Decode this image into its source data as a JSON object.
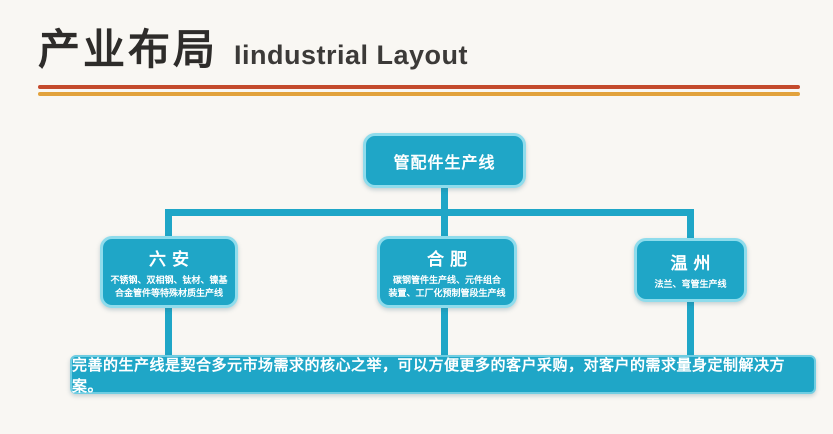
{
  "header": {
    "title_cn": "产业布局",
    "title_en": "Iindustrial Layout"
  },
  "diagram": {
    "root": {
      "label": "管配件生产线"
    },
    "branches": [
      {
        "city": "六安",
        "desc": "不锈钢、双相钢、钛材、镍基\n合金管件等特殊材质生产线"
      },
      {
        "city": "合肥",
        "desc": "碳钢管件生产线、元件组合\n装置、工厂化预制管段生产线"
      },
      {
        "city": "温州",
        "desc": "法兰、弯管生产线"
      }
    ],
    "footer": "完善的生产线是契合多元市场需求的核心之举，可以方便更多的客户采购，对客户的需求量身定制解决方案。"
  },
  "colors": {
    "node_fill": "#1fa6c7",
    "node_border": "#8fdcec",
    "rule_red": "#c44a2c",
    "rule_orange": "#e2a23c",
    "title_text": "#2e2c2a",
    "background": "#f9f7f3"
  }
}
